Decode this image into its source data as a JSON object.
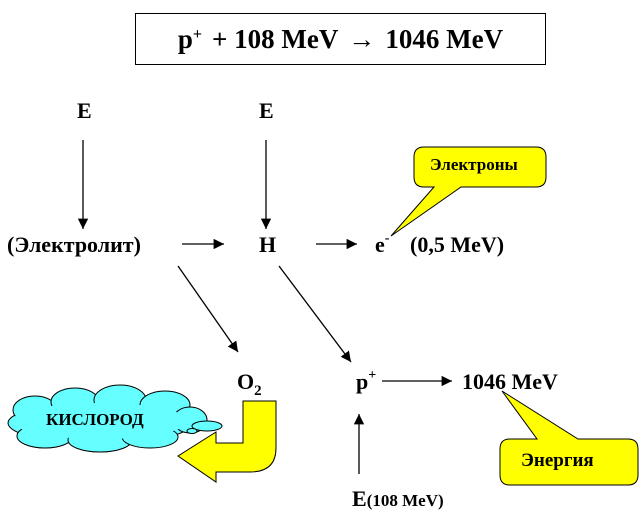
{
  "equation": {
    "proton": "p",
    "proton_charge": "+",
    "rest": "+ 108 MeV",
    "arrow": "→",
    "result": "1046 MeV"
  },
  "nodes": {
    "e_left": "E",
    "e_mid": "E",
    "electrolyte": "(Электролит)",
    "h": "H",
    "electron": "e",
    "electron_charge": "-",
    "electron_energy": "(0,5 MeV)",
    "o2_base": "O",
    "o2_sub": "2",
    "proton": "p",
    "proton_charge": "+",
    "proton_energy": "1046 MeV",
    "e_bottom": "E",
    "e_bottom_energy": "(108 MeV)"
  },
  "callouts": {
    "electrons": "Электроны",
    "energy": "Энергия",
    "oxygen": "КИСЛОРОД"
  },
  "colors": {
    "callout_fill": "#ffff00",
    "cloud_fill": "#66ffff",
    "outline": "#000000"
  }
}
